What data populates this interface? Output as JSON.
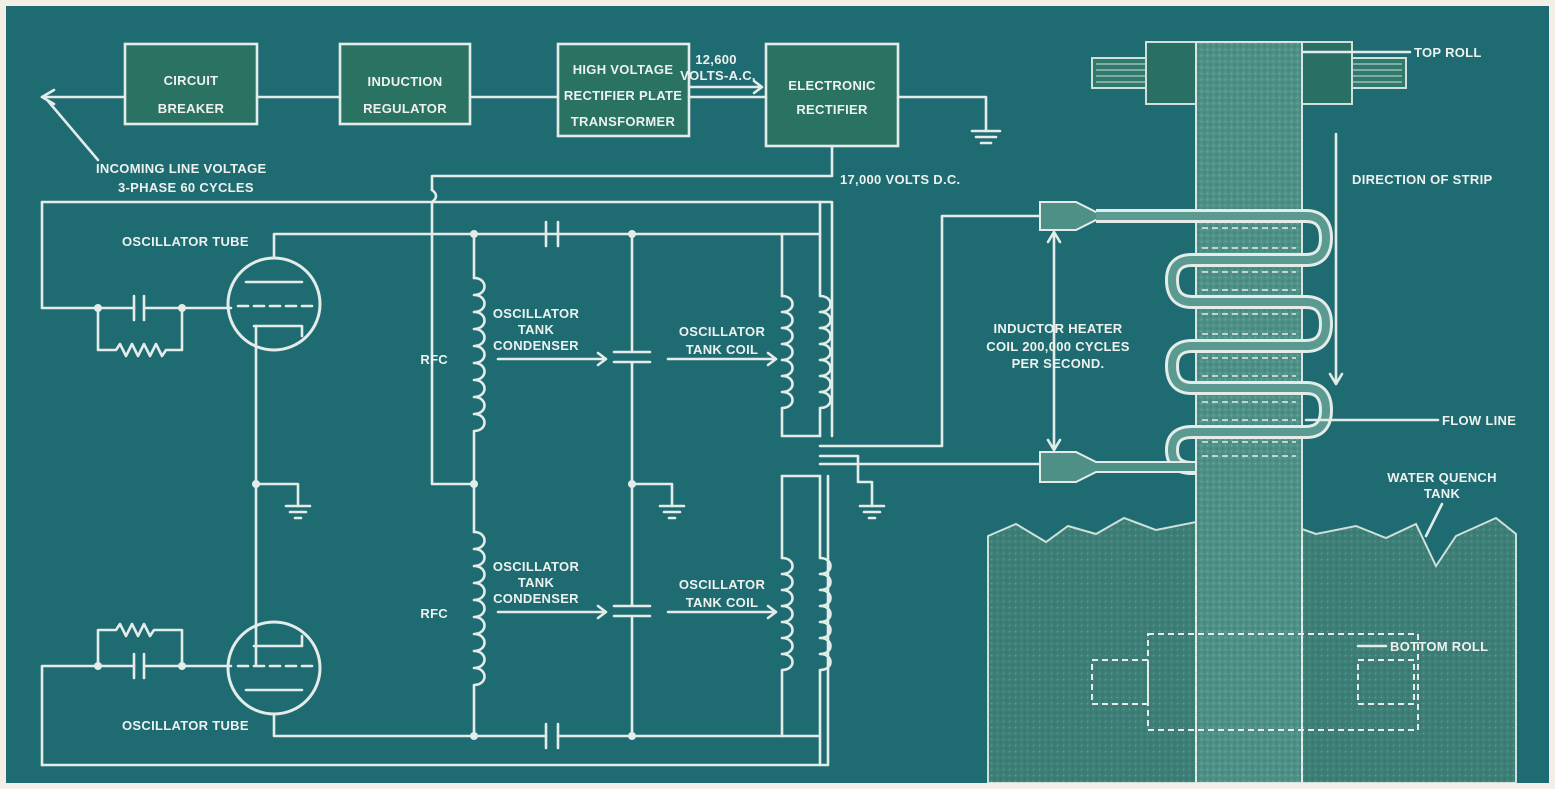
{
  "colors": {
    "background": "#1e6b72",
    "line": "#e4ece9",
    "block_fill": "#2a7363",
    "strip_fill": "#4e8f86",
    "tank_fill": "#3d7e76"
  },
  "blocks": {
    "circuit_breaker": [
      "CIRCUIT",
      "BREAKER"
    ],
    "induction_regulator": [
      "INDUCTION",
      "REGULATOR"
    ],
    "transformer": [
      "HIGH VOLTAGE",
      "RECTIFIER PLATE",
      "TRANSFORMER"
    ],
    "electronic_rectifier": [
      "ELECTRONIC",
      "RECTIFIER"
    ]
  },
  "labels": {
    "incoming_line": [
      "INCOMING LINE VOLTAGE",
      "3-PHASE 60 CYCLES"
    ],
    "ac_voltage": [
      "12,600",
      "VOLTS-A.C."
    ],
    "dc_voltage": "17,000 VOLTS D.C.",
    "oscillator_tube_top": "OSCILLATOR  TUBE",
    "oscillator_tube_bottom": "OSCILLATOR   TUBE",
    "rfc_top": "RFC",
    "rfc_bottom": "RFC",
    "tank_condenser_top": [
      "OSCILLATOR",
      "TANK",
      "CONDENSER"
    ],
    "tank_condenser_bottom": [
      "OSCILLATOR",
      "TANK",
      "CONDENSER"
    ],
    "tank_coil_top": [
      "OSCILLATOR",
      "TANK COIL"
    ],
    "tank_coil_bottom": [
      "OSCILLATOR",
      "TANK COIL"
    ],
    "inductor_heater": [
      "INDUCTOR HEATER",
      "COIL 200,000 CYCLES",
      "PER SECOND."
    ],
    "top_roll": "TOP ROLL",
    "direction_of_strip": "DIRECTION OF STRIP",
    "flow_line": "FLOW LINE",
    "water_quench_tank": [
      "WATER QUENCH",
      "TANK"
    ],
    "bottom_roll": "BOTTOM ROLL"
  }
}
